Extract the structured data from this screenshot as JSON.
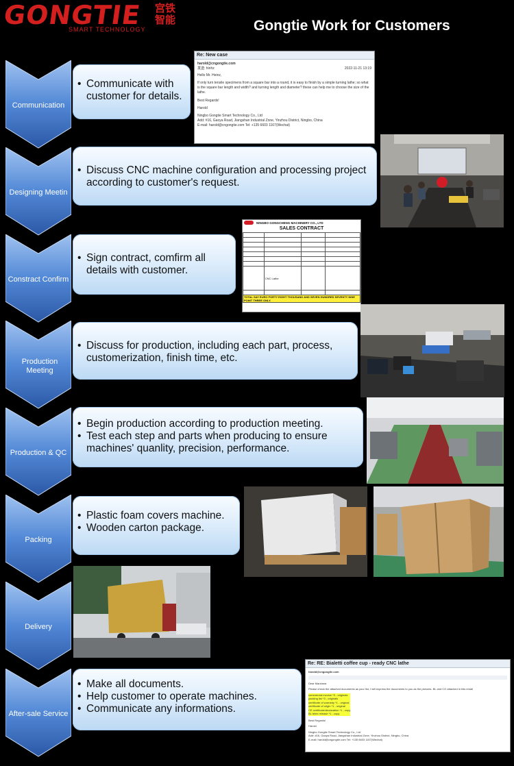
{
  "header": {
    "logo_text": "GONGTIE",
    "logo_cn": "宫铁智能",
    "logo_sub": "SMART TECHNOLOGY",
    "title": "Gongtie Work for Customers"
  },
  "steps": [
    {
      "label": "Communication",
      "bullets": [
        "Communicate with customer for details."
      ]
    },
    {
      "label": "Designing Meetin",
      "bullets": [
        "Discuss CNC machine configuration and processing project according to customer's request."
      ]
    },
    {
      "label": "Constract Confirm",
      "bullets": [
        "Sign contract, comfirm all details with customer."
      ]
    },
    {
      "label": "Production Meeting",
      "bullets": [
        "Discuss for production, including each part, process, customerization, finish time, etc."
      ]
    },
    {
      "label": "Production & QC",
      "bullets": [
        "Begin production according to production meeting.",
        "Test each step and parts when producing to ensure machines' quanlity, precision, performance."
      ]
    },
    {
      "label": "Packing",
      "bullets": [
        "Plastic foam covers machine.",
        "Wooden carton package."
      ]
    },
    {
      "label": "Delivery",
      "bullets": []
    },
    {
      "label": "After-sale Service",
      "bullets": [
        "Make all documents.",
        "Help customer to operate machines.",
        "Communicate any informations."
      ]
    }
  ],
  "email1": {
    "subject": "Re: New case",
    "from": "harold@cngongtie.com",
    "to": "发送: hinhz",
    "date": "2022-11-21 13:19",
    "greeting": "Hello Mr. Heinz,",
    "body": "If only turn tensile specimens from a square bar into a round, it is easy to finish by a simple turning lathe; so what is the square bar length and width? and turning length and diameter? these can help me to choose the size of the lathe.",
    "regards": "Best Regards!",
    "name": "Harold",
    "company": "Ningbo Gongtie Smart Technology Co., Ltd",
    "address": "Add: #16, Gaoya Road, Jiangshan Industrial Zone, Yinzhou District, Ningbo, China",
    "contact": "E-mail: harold@cngongtie.com Tel: +135 6603 1167(Wechat)"
  },
  "contract": {
    "company": "NINGBO GONGCHENG MACHINERY CO., LTD",
    "title": "SALES CONTRACT",
    "product": "CNC Lathe",
    "total_note": "TOTAL SAY EURO FORTY EIGHT THOUSAND AND SEVEN HUNDRED SEVENTY NINE POINT THREE ONLY."
  },
  "email2": {
    "subject": "Re: RE: Bialetti coffee cup - ready CNC lathe",
    "from": "harold@cngongtie.com",
    "greeting": "Dear Marziana",
    "body": "Please check the attached documents as your list, I will express the documents to you as the pictures. BL and CO attached in this email",
    "items": [
      "commercial invoice *3 - originals",
      "packing list *3 - originals",
      "certificate of warranty *1 - original",
      "certificate of origin *1 - original",
      "CE certificate/declaration *1 - copy",
      "BL telex release *1 - copy"
    ],
    "regards": "Best Regards!",
    "name": "Harold",
    "company": "Ningbo Gongtie Smart Technology Co., Ltd",
    "address": "Add: #16, Gaoya Road, Jiangshan Industrial Zone, Yinzhou District, Ningbo, China",
    "contact": "E-mail: harold@cngongtie.com Tel: +135 6603 1167(Wechat)"
  },
  "colors": {
    "chevron_top": "#8fb5ea",
    "chevron_bottom": "#2f5fad",
    "logo_red": "#d41f1f"
  }
}
